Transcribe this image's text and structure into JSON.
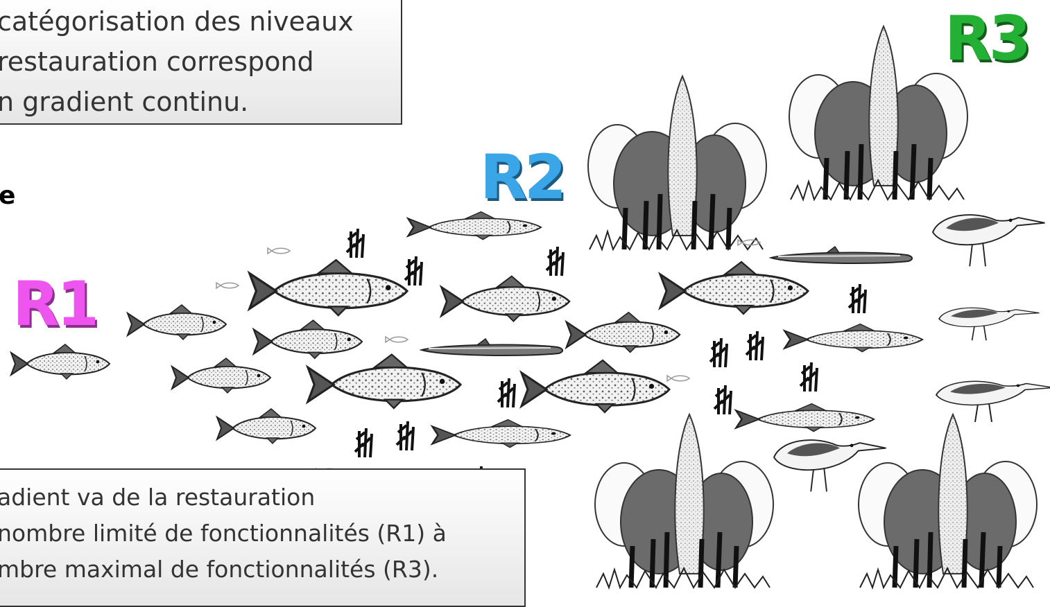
{
  "top_box": {
    "lines": [
      "catégorisation des niveaux",
      "restauration correspond",
      "n gradient continu."
    ]
  },
  "side_letter": "e",
  "labels": {
    "r1": "R1",
    "r2": "R2",
    "r3": "R3"
  },
  "label_colors": {
    "r1": "#ee55ee",
    "r2": "#3aa6e8",
    "r3": "#23b035"
  },
  "bottom_box": {
    "lines": [
      "adient va de la restauration",
      "nombre limité de fonctionnalités (R1) à",
      "mbre maximal de fonctionnalités (R3)."
    ]
  }
}
